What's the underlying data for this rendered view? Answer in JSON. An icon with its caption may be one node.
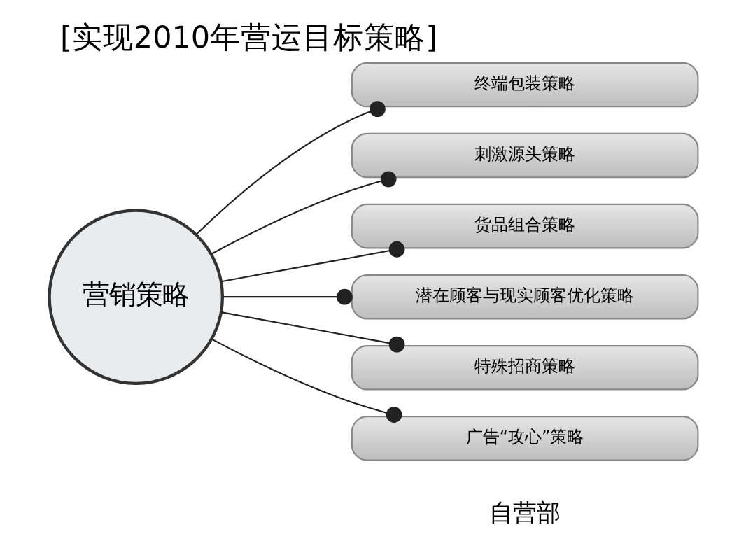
{
  "diagram": {
    "title": "[实现2010年营运目标策略]",
    "nodes": [
      {
        "text": [
          "营销策略"
        ]
      },
      {
        "text": [
          "终端包装策略"
        ]
      },
      {
        "text": [
          "刺激源头策略"
        ]
      },
      {
        "text": [
          "货品组合策略"
        ]
      },
      {
        "text": [
          "潜在顾客与现实顾客优化策略"
        ]
      },
      {
        "text": [
          "特殊招商策略"
        ]
      },
      {
        "text": [
          "广告“攻心”策略"
        ]
      }
    ],
    "edges": [
      {
        "from": 0,
        "to": 1,
        "arrow": "other"
      },
      {
        "from": 0,
        "to": 2,
        "arrow": "other"
      },
      {
        "from": 0,
        "to": 3,
        "arrow": "other"
      },
      {
        "from": 0,
        "to": 4,
        "arrow": "other"
      },
      {
        "from": 0,
        "to": 5,
        "arrow": "other"
      },
      {
        "from": 0,
        "to": 6,
        "arrow": "other"
      }
    ],
    "labels": [
      "自营部"
    ]
  }
}
